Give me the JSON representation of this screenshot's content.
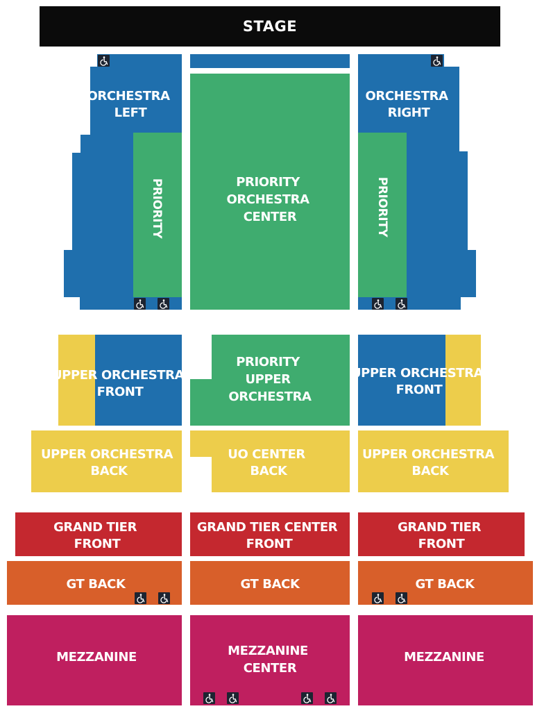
{
  "title": "",
  "colors": {
    "stage": "#0b0b0b",
    "orchestra_blue": "#1f6fad",
    "priority_green": "#3fac6f",
    "upper_yellow": "#edcd4b",
    "grand_tier_red": "#c4282f",
    "gt_back_orange": "#d85f2a",
    "mezzanine_magenta": "#bf1f5f",
    "label_text": "#ffffff",
    "accessible_icon_bg": "#1c2431"
  },
  "icons": {
    "accessible_seating": "wheelchair-icon"
  },
  "stage": {
    "label": "STAGE"
  },
  "orchestra": {
    "left": [
      "ORCHESTRA",
      "LEFT"
    ],
    "right": [
      "ORCHESTRA",
      "RIGHT"
    ],
    "priority_left": "PRIORITY",
    "priority_right": "PRIORITY",
    "center": [
      "PRIORITY",
      "ORCHESTRA",
      "CENTER"
    ]
  },
  "upper_orchestra": {
    "front_left": [
      "UPPER ORCHESTRA",
      "FRONT"
    ],
    "front_right": [
      "UPPER ORCHESTRA",
      "FRONT"
    ],
    "priority_center": [
      "PRIORITY",
      "UPPER",
      "ORCHESTRA"
    ],
    "back_left": [
      "UPPER ORCHESTRA",
      "BACK"
    ],
    "center_back": [
      "UO CENTER",
      "BACK"
    ],
    "back_right": [
      "UPPER ORCHESTRA",
      "BACK"
    ]
  },
  "grand_tier": {
    "front_left": [
      "GRAND TIER",
      "FRONT"
    ],
    "center_front": [
      "GRAND TIER CENTER",
      "FRONT"
    ],
    "front_right": [
      "GRAND TIER",
      "FRONT"
    ],
    "back_left": "GT BACK",
    "back_center": "GT BACK",
    "back_right": "GT BACK"
  },
  "mezzanine": {
    "left": "MEZZANINE",
    "center": [
      "MEZZANINE",
      "CENTER"
    ],
    "right": "MEZZANINE"
  }
}
